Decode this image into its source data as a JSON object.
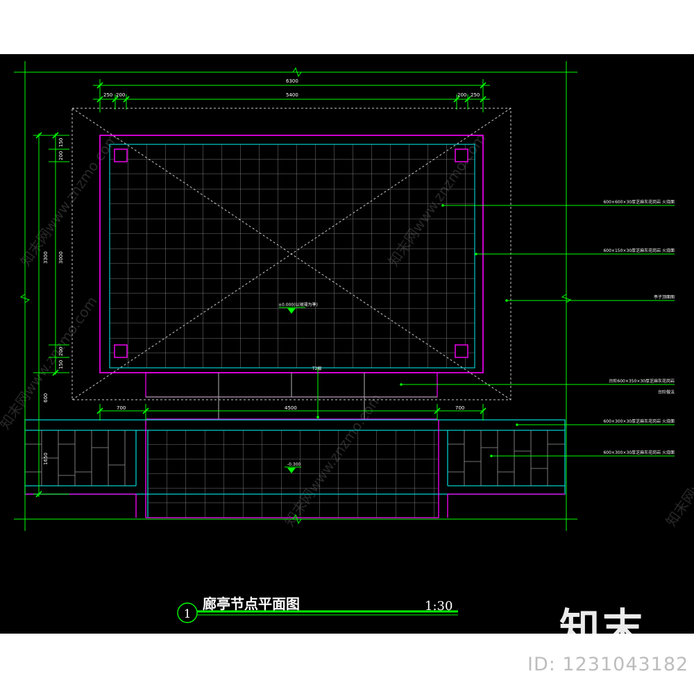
{
  "drawing": {
    "title": "廊亭节点平面图",
    "scale": "1:30",
    "detail_number": "1",
    "dims_top": {
      "overall": "6300",
      "s1": "250",
      "s2": "200",
      "main": "5400",
      "s3": "200",
      "s4": "250"
    },
    "dims_left": {
      "d1": "150",
      "d2": "200",
      "d3": "3300",
      "d4": "3000",
      "d5": "200",
      "d6": "150",
      "d7": "600",
      "d8": "1650"
    },
    "dims_mid": {
      "left": "700",
      "center": "4500",
      "right": "700"
    },
    "level_marks": {
      "upper": "±0.000(以現場为準)",
      "lower": "-0.300"
    },
    "step_label": "T2級",
    "annotations": [
      "600×600×30厚芝麻灰花岗岩 火烧面",
      "600×150×30厚芝麻灰花岗岩 火烧面",
      "亭子顶面图",
      "台阶600×350×30厚芝麻灰花岗岩",
      "台阶做法",
      "600×300×30厚芝麻灰花岗岩 火烧面",
      "600×300×30厚芝麻灰花岗岩 火烧面"
    ],
    "watermark": "知末网www.znzmo.com"
  },
  "brand": {
    "logo": "知末",
    "id": "ID: 1231043182"
  },
  "colors": {
    "bg": "#000000",
    "dim": "#00ff00",
    "outline": "#ff00ff",
    "tile": "#00cccc",
    "grid": "#9a9a9a",
    "white": "#ffffff"
  }
}
